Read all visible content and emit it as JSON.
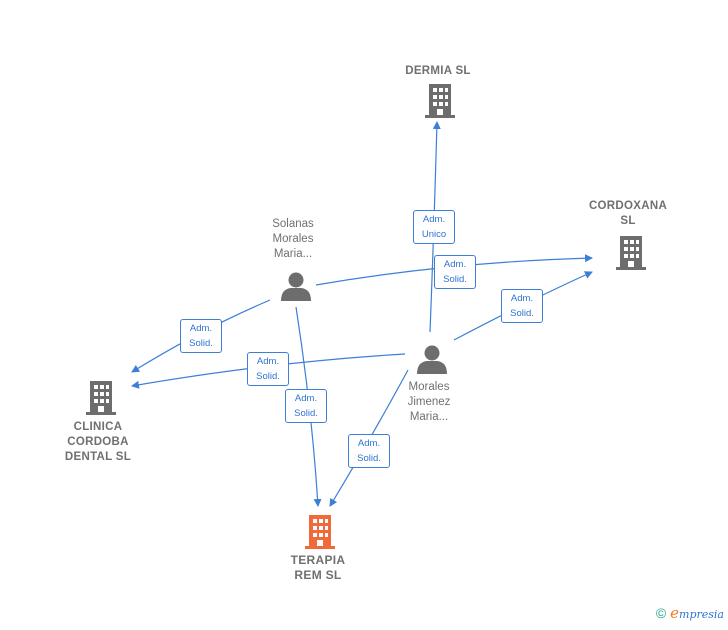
{
  "nodes": {
    "dermia": {
      "label": "DERMIA SL",
      "type": "company"
    },
    "cordoxana": {
      "label": "CORDOXANA\nSL",
      "type": "company"
    },
    "clinica": {
      "label": "CLINICA\nCORDOBA\nDENTAL  SL",
      "type": "company"
    },
    "terapia": {
      "label": "TERAPIA\nREM  SL",
      "type": "company-main"
    },
    "solanas": {
      "label": "Solanas\nMorales\nMaria...",
      "type": "person"
    },
    "morales": {
      "label": "Morales\nJimenez\nMaria...",
      "type": "person"
    }
  },
  "edges": {
    "morales_dermia": "Adm.\nUnico",
    "solanas_cordoxana": "Adm.\nSolid.",
    "morales_cordoxana": "Adm.\nSolid.",
    "solanas_clinica": "Adm.\nSolid.",
    "morales_clinica": "Adm.\nSolid.",
    "solanas_terapia": "Adm.\nSolid.",
    "morales_terapia": "Adm.\nSolid."
  },
  "colors": {
    "edge": "#3d7fd6",
    "company_icon": "#6d6d6d",
    "main_company_icon": "#f06a3a",
    "person_icon": "#6d6d6d"
  },
  "footer": {
    "copyright": "©",
    "brand_initial": "e",
    "brand_rest": "mpresia"
  }
}
